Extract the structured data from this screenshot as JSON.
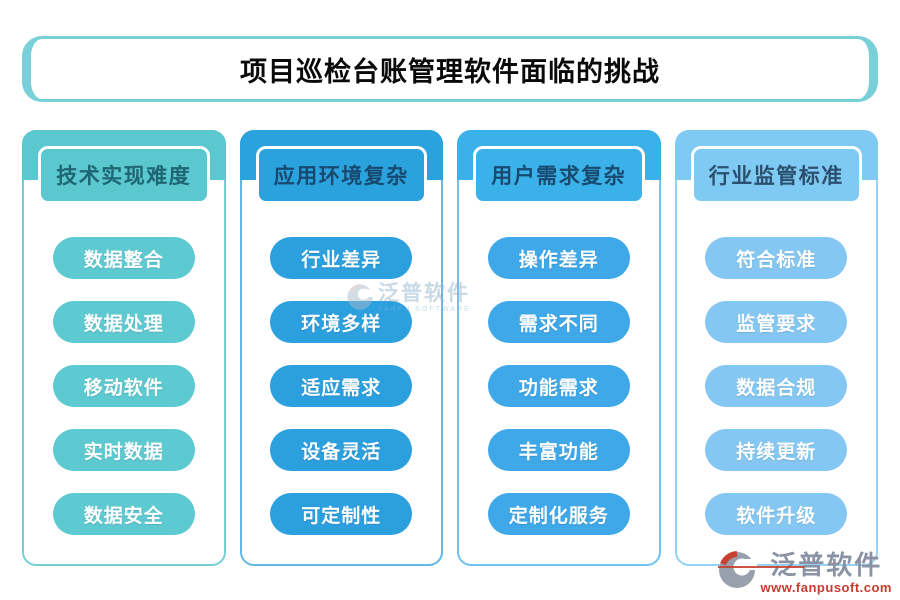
{
  "title": "项目巡检台账管理软件面临的挑战",
  "columns": [
    {
      "header": "技术实现难度",
      "items": [
        "数据整合",
        "数据处理",
        "移动软件",
        "实时数据",
        "数据安全"
      ],
      "accent": "#5BC8CF"
    },
    {
      "header": "应用环境复杂",
      "items": [
        "行业差异",
        "环境多样",
        "适应需求",
        "设备灵活",
        "可定制性"
      ],
      "accent": "#2AA2DD"
    },
    {
      "header": "用户需求复杂",
      "items": [
        "操作差异",
        "需求不同",
        "功能需求",
        "丰富功能",
        "定制化服务"
      ],
      "accent": "#3BB1EA"
    },
    {
      "header": "行业监管标准",
      "items": [
        "符合标准",
        "监管要求",
        "数据合规",
        "持续更新",
        "软件升级"
      ],
      "accent": "#7FCAF2"
    }
  ],
  "watermark": {
    "text": "泛普软件",
    "subtext": "FANPU SOFTWARE"
  },
  "footer": {
    "brand": "泛普软件",
    "url": "www.fanpusoft.com"
  },
  "colors": {
    "title_border": "#79D0D8",
    "column1_teal": "#5BC8CF",
    "column2_blue": "#2AA2DD",
    "column3_blue": "#3BB1EA",
    "column4_light_blue": "#7FCAF2",
    "pill_text": "#FFFFFF",
    "title_text": "#0A0A0A",
    "brand_gray": "#8A92A4",
    "brand_red": "#C63C2E"
  }
}
